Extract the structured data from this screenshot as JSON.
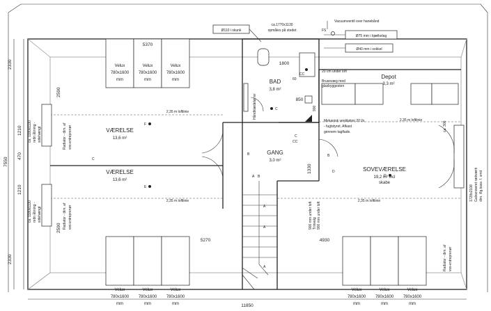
{
  "rooms": {
    "vaerelse_top": {
      "name": "VÆRELSE",
      "area": "13,6 m²"
    },
    "vaerelse_bottom": {
      "name": "VÆRELSE",
      "area": "13,6 m²"
    },
    "bad": {
      "name": "BAD",
      "area": "3,8 m²"
    },
    "gang": {
      "name": "GANG",
      "area": "3,0 m²"
    },
    "depot": {
      "name": "Depot",
      "area": "3,3 m²"
    },
    "sovevaerelse": {
      "name": "SOVEVÆRELSE",
      "area": "19,2 m² incl",
      "note": "skabe"
    }
  },
  "velux": {
    "name": "Velux",
    "size": "780x1600",
    "unit": "mm"
  },
  "callouts": {
    "skunk": "Ø110 i skunk",
    "opening_1": "ca.1770x1130",
    "opening_2": "opmåles på stedet",
    "vacuum": "Vacuumventil  over hanebånd",
    "fs": "FS",
    "bjaelkelag": "Ø75 mm i bjælkelag",
    "sokkel": "Ø40 mm i sokkel",
    "under_loft": "20 cm under loft",
    "brusevaeg_1": "Brusevæg med",
    "brusevaeg_2": "glasbyggesten",
    "haandklaede": "Håndklædetørrer",
    "vent_1": "Mekanisk ventilation 20 l/s",
    "vent_2": "- fugtstyret. Afkast",
    "vent_3": "gennem tagflade.",
    "loftlinie": "2,35 m loftlinie",
    "radiator_1": "Radiator - dim. af",
    "radiator_2": "vvs-entreprenør",
    "side_opening_1": "ca. 1180x1130",
    "side_opening_2": "redn åbning -",
    "side_opening_3": "sidehængt",
    "galvaniseret_1": "1728x2108",
    "galvaniseret_2": "Galvaniseret rækværk",
    "galvaniseret_3": "dim. iflg.kass. f. smit",
    "stair_note_1": "900 mm under loft",
    "stair_note_2": "Trinvalg",
    "stair_note_3": "900 mm under loft"
  },
  "dimensions": {
    "d5370": "5370",
    "d1800": "1800",
    "d60": "60",
    "d850": "850",
    "d900": "900",
    "d1330": "1330",
    "d300": "ca. 300",
    "d5270": "5270",
    "d4930": "4930",
    "d11850": "11850",
    "d2590a": "2590",
    "d2590b": "2590",
    "left_2330a": "2330",
    "left_1210a": "1210",
    "left_470": "470",
    "left_1210b": "1210",
    "left_2330b": "2330",
    "left_7550": "7550"
  },
  "markers": {
    "A": "A",
    "B": "B",
    "C": "C",
    "CC": "CC",
    "D": "D",
    "E": "E",
    "F": "F"
  }
}
